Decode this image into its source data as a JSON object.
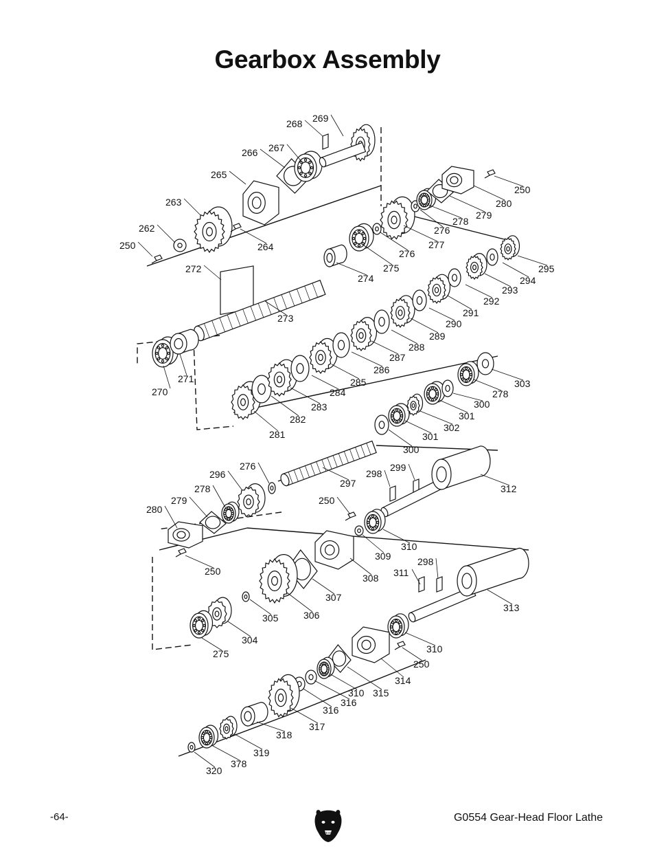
{
  "page": {
    "title": "Gearbox Assembly",
    "page_number": "-64-",
    "footer_title": "G0554 Gear-Head Floor Lathe",
    "logo_icon": "grizzly-bear-logo-icon"
  },
  "callouts": [
    {
      "id": "c269",
      "text": "269"
    },
    {
      "id": "c268",
      "text": "268"
    },
    {
      "id": "c267",
      "text": "267"
    },
    {
      "id": "c266",
      "text": "266"
    },
    {
      "id": "c265",
      "text": "265"
    },
    {
      "id": "c263",
      "text": "263"
    },
    {
      "id": "c262",
      "text": "262"
    },
    {
      "id": "c250a",
      "text": "250"
    },
    {
      "id": "c264",
      "text": "264"
    },
    {
      "id": "c272",
      "text": "272"
    },
    {
      "id": "c250b",
      "text": "250"
    },
    {
      "id": "c280a",
      "text": "280"
    },
    {
      "id": "c279a",
      "text": "279"
    },
    {
      "id": "c278a",
      "text": "278"
    },
    {
      "id": "c276a",
      "text": "276"
    },
    {
      "id": "c277",
      "text": "277"
    },
    {
      "id": "c276b",
      "text": "276"
    },
    {
      "id": "c275a",
      "text": "275"
    },
    {
      "id": "c274",
      "text": "274"
    },
    {
      "id": "c273",
      "text": "273"
    },
    {
      "id": "c295",
      "text": "295"
    },
    {
      "id": "c294",
      "text": "294"
    },
    {
      "id": "c293",
      "text": "293"
    },
    {
      "id": "c292",
      "text": "292"
    },
    {
      "id": "c291",
      "text": "291"
    },
    {
      "id": "c290",
      "text": "290"
    },
    {
      "id": "c289",
      "text": "289"
    },
    {
      "id": "c288",
      "text": "288"
    },
    {
      "id": "c287",
      "text": "287"
    },
    {
      "id": "c286",
      "text": "286"
    },
    {
      "id": "c285",
      "text": "285"
    },
    {
      "id": "c284",
      "text": "284"
    },
    {
      "id": "c283",
      "text": "283"
    },
    {
      "id": "c282",
      "text": "282"
    },
    {
      "id": "c281",
      "text": "281"
    },
    {
      "id": "c270",
      "text": "270"
    },
    {
      "id": "c271",
      "text": "271"
    },
    {
      "id": "c303",
      "text": "303"
    },
    {
      "id": "c278b",
      "text": "278"
    },
    {
      "id": "c300a",
      "text": "300"
    },
    {
      "id": "c301a",
      "text": "301"
    },
    {
      "id": "c302",
      "text": "302"
    },
    {
      "id": "c301b",
      "text": "301"
    },
    {
      "id": "c300b",
      "text": "300"
    },
    {
      "id": "c276c",
      "text": "276"
    },
    {
      "id": "c296",
      "text": "296"
    },
    {
      "id": "c297",
      "text": "297"
    },
    {
      "id": "c278c",
      "text": "278"
    },
    {
      "id": "c279b",
      "text": "279"
    },
    {
      "id": "c280b",
      "text": "280"
    },
    {
      "id": "c298a",
      "text": "298"
    },
    {
      "id": "c299",
      "text": "299"
    },
    {
      "id": "c312",
      "text": "312"
    },
    {
      "id": "c250c",
      "text": "250"
    },
    {
      "id": "c310a",
      "text": "310"
    },
    {
      "id": "c309",
      "text": "309"
    },
    {
      "id": "c308",
      "text": "308"
    },
    {
      "id": "c250d",
      "text": "250"
    },
    {
      "id": "c307",
      "text": "307"
    },
    {
      "id": "c306",
      "text": "306"
    },
    {
      "id": "c305",
      "text": "305"
    },
    {
      "id": "c304",
      "text": "304"
    },
    {
      "id": "c275b",
      "text": "275"
    },
    {
      "id": "c311",
      "text": "311"
    },
    {
      "id": "c298b",
      "text": "298"
    },
    {
      "id": "c313",
      "text": "313"
    },
    {
      "id": "c310b",
      "text": "310"
    },
    {
      "id": "c250e",
      "text": "250"
    },
    {
      "id": "c314",
      "text": "314"
    },
    {
      "id": "c315",
      "text": "315"
    },
    {
      "id": "c310c",
      "text": "310"
    },
    {
      "id": "c316a",
      "text": "316"
    },
    {
      "id": "c316b",
      "text": "316"
    },
    {
      "id": "c317",
      "text": "317"
    },
    {
      "id": "c318",
      "text": "318"
    },
    {
      "id": "c319",
      "text": "319"
    },
    {
      "id": "c378",
      "text": "378"
    },
    {
      "id": "c320",
      "text": "320"
    }
  ]
}
